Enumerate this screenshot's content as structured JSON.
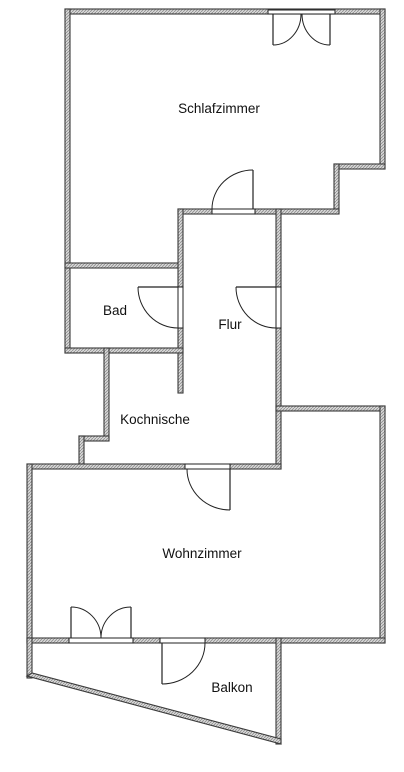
{
  "rooms": {
    "schlafzimmer": "Schlafzimmer",
    "bad": "Bad",
    "flur": "Flur",
    "kochnische": "Kochnische",
    "wohnzimmer": "Wohnzimmer",
    "balkon": "Balkon"
  },
  "colors": {
    "wall_fill": "#d9d9d9",
    "wall_hatch": "#8c8c8c",
    "wall_outline": "#3a3a3a",
    "background": "#ffffff",
    "text": "#111111"
  }
}
